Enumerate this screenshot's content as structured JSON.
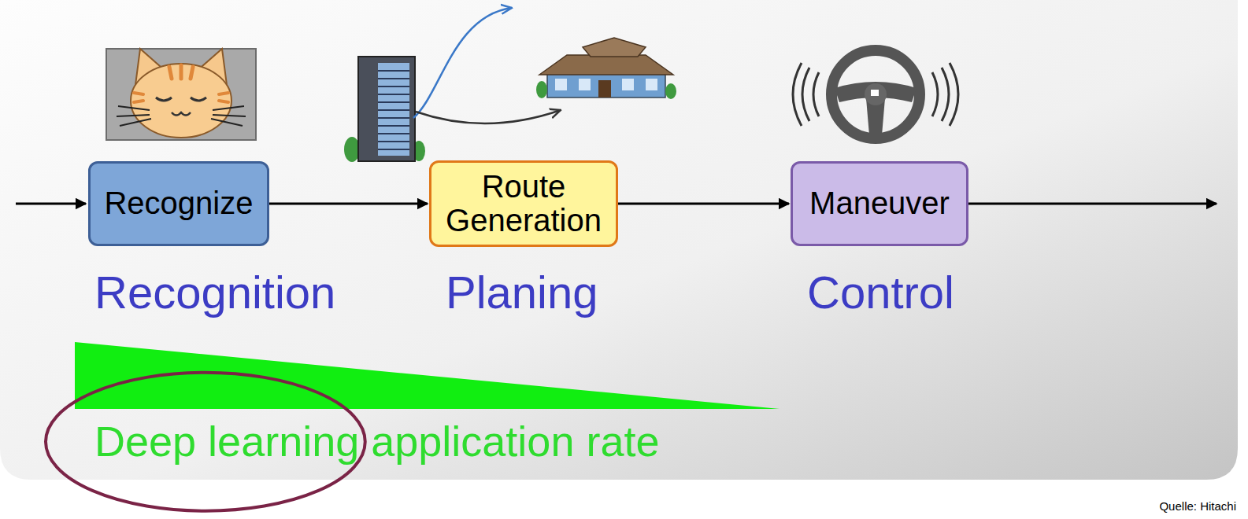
{
  "diagram": {
    "nodes": [
      {
        "text": [
          "Recognize"
        ]
      },
      {
        "text": [
          "Route Generation"
        ]
      },
      {
        "text": [
          "Maneuver"
        ]
      }
    ],
    "edges": [
      {
        "from": 0,
        "to": 1,
        "arrow": "to"
      },
      {
        "from": 1,
        "to": 2,
        "arrow": "to"
      }
    ],
    "labels": [
      "Recognition",
      "Planing",
      "Control",
      "Deep learning application rate",
      "Quelle: Hitachi"
    ]
  }
}
